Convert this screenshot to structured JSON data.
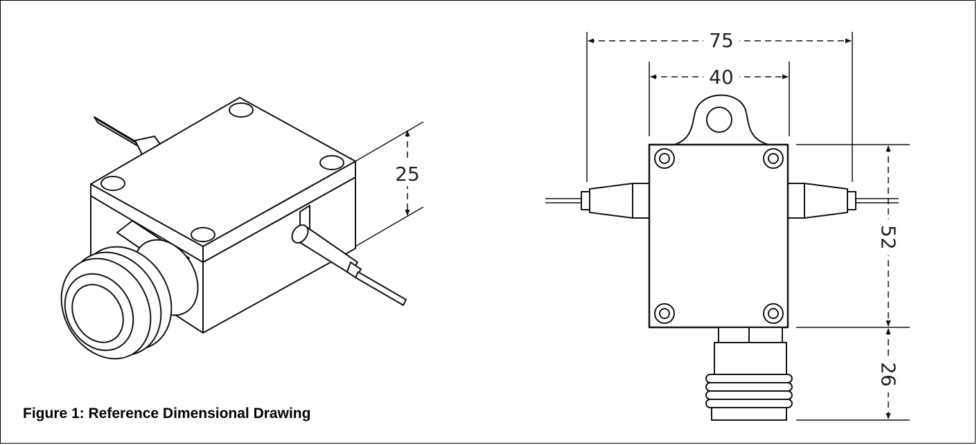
{
  "caption": "Figure 1: Reference Dimensional Drawing",
  "dimensions": {
    "iso_height": "25",
    "overall_width": "75",
    "body_width": "40",
    "body_height": "52",
    "connector_length": "26"
  },
  "colors": {
    "line": "#111111",
    "fill": "#ffffff"
  }
}
